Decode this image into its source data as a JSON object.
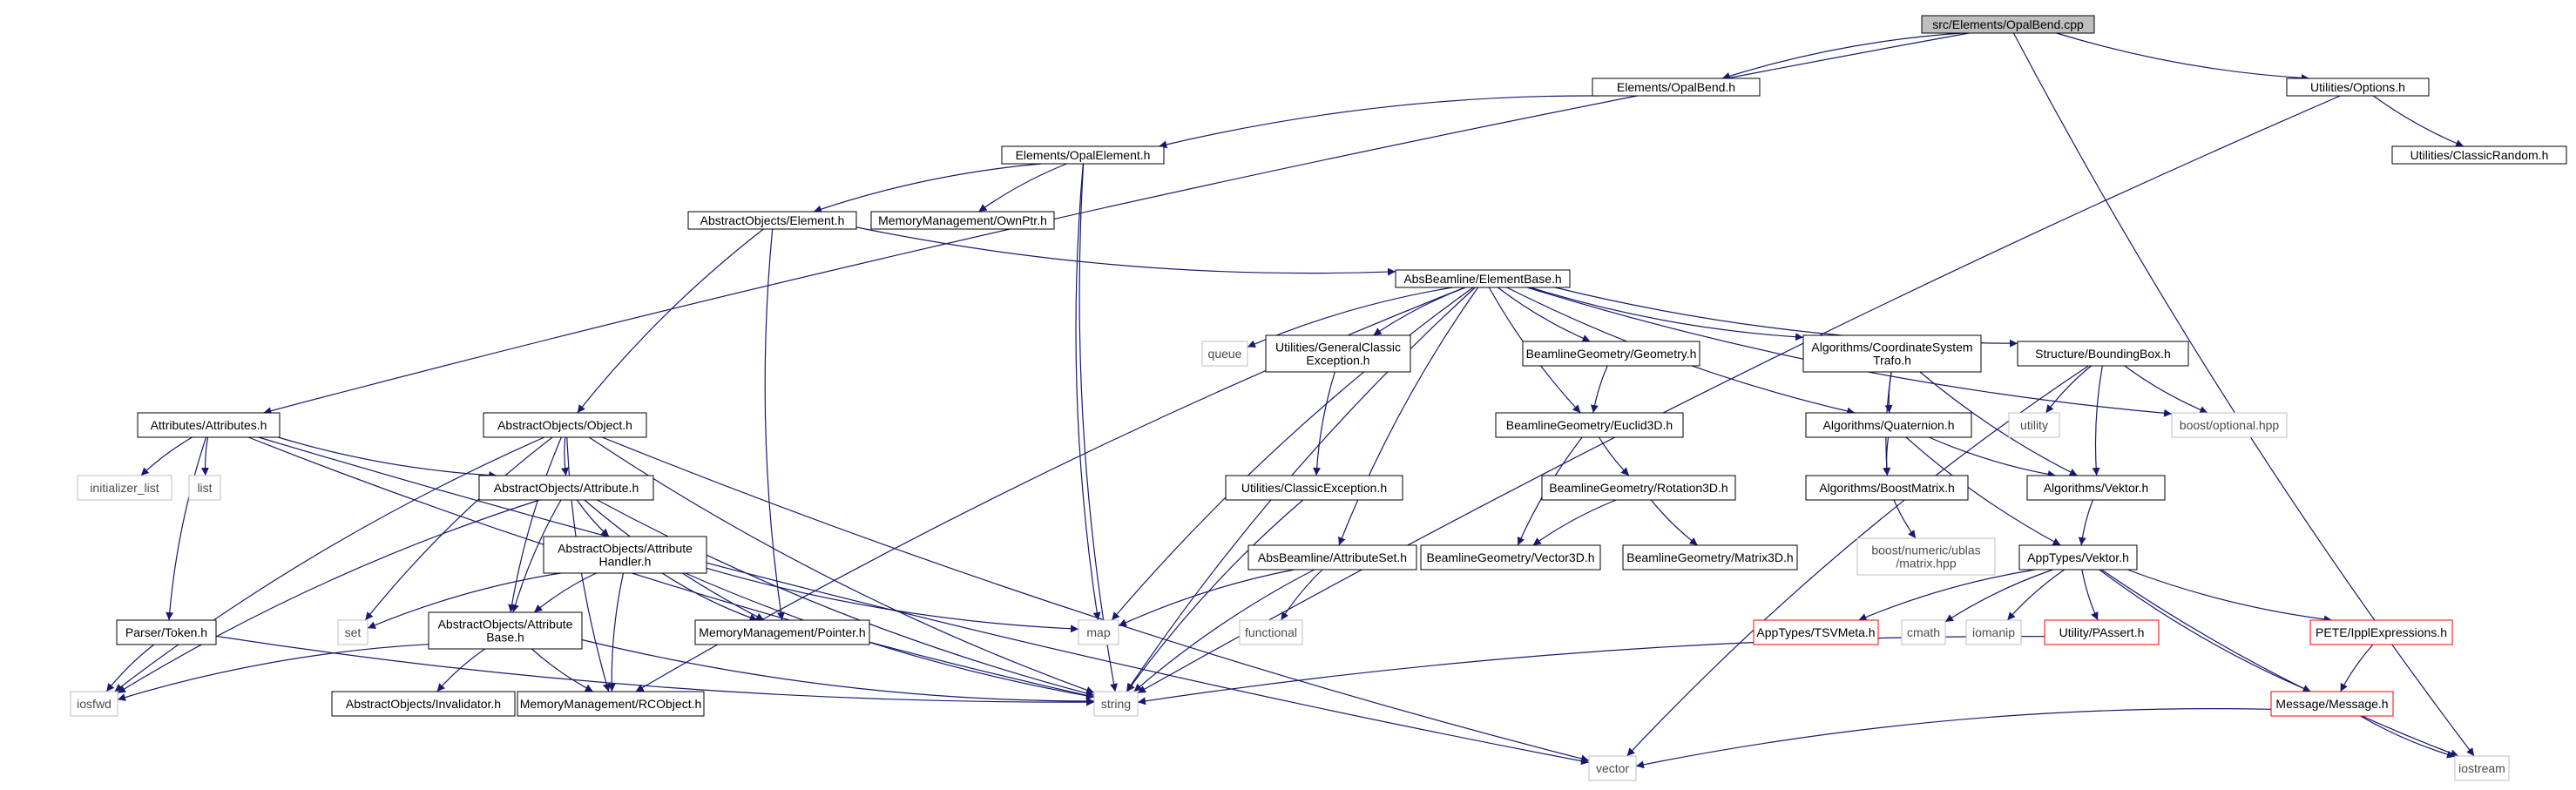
{
  "colors": {
    "edge": "#191970",
    "border_black": "#000000",
    "border_gray": "#bfbfbf",
    "border_red": "#ff0000",
    "root_fill": "#bfbfbf",
    "fill": "#ffffff"
  },
  "nodes": [
    {
      "id": "root",
      "lines": [
        "src/Elements/OpalBend.cpp"
      ],
      "style": "root"
    },
    {
      "id": "opalbend_h",
      "lines": [
        "Elements/OpalBend.h"
      ],
      "style": "black"
    },
    {
      "id": "options_h",
      "lines": [
        "Utilities/Options.h"
      ],
      "style": "black"
    },
    {
      "id": "classicrandom_h",
      "lines": [
        "Utilities/ClassicRandom.h"
      ],
      "style": "black"
    },
    {
      "id": "opalelement_h",
      "lines": [
        "Elements/OpalElement.h"
      ],
      "style": "black"
    },
    {
      "id": "element_h",
      "lines": [
        "AbstractObjects/Element.h"
      ],
      "style": "black"
    },
    {
      "id": "ownptr_h",
      "lines": [
        "MemoryManagement/OwnPtr.h"
      ],
      "style": "black"
    },
    {
      "id": "elementbase_h",
      "lines": [
        "AbsBeamline/ElementBase.h"
      ],
      "style": "black"
    },
    {
      "id": "queue",
      "lines": [
        "queue"
      ],
      "style": "gray"
    },
    {
      "id": "genclassicexc_h",
      "lines": [
        "Utilities/GeneralClassic",
        "Exception.h"
      ],
      "style": "black"
    },
    {
      "id": "geometry_h",
      "lines": [
        "BeamlineGeometry/Geometry.h"
      ],
      "style": "black"
    },
    {
      "id": "coordsys_h",
      "lines": [
        "Algorithms/CoordinateSystem",
        "Trafo.h"
      ],
      "style": "black"
    },
    {
      "id": "boundingbox_h",
      "lines": [
        "Structure/BoundingBox.h"
      ],
      "style": "black"
    },
    {
      "id": "utility",
      "lines": [
        "utility"
      ],
      "style": "gray"
    },
    {
      "id": "boostoptional",
      "lines": [
        "boost/optional.hpp"
      ],
      "style": "gray"
    },
    {
      "id": "attributes_h",
      "lines": [
        "Attributes/Attributes.h"
      ],
      "style": "black"
    },
    {
      "id": "object_h",
      "lines": [
        "AbstractObjects/Object.h"
      ],
      "style": "black"
    },
    {
      "id": "euclid3d_h",
      "lines": [
        "BeamlineGeometry/Euclid3D.h"
      ],
      "style": "black"
    },
    {
      "id": "quaternion_h",
      "lines": [
        "Algorithms/Quaternion.h"
      ],
      "style": "black"
    },
    {
      "id": "initlist",
      "lines": [
        "initializer_list"
      ],
      "style": "gray"
    },
    {
      "id": "list",
      "lines": [
        "list"
      ],
      "style": "gray"
    },
    {
      "id": "attribute_h",
      "lines": [
        "AbstractObjects/Attribute.h"
      ],
      "style": "black"
    },
    {
      "id": "classicexc_h",
      "lines": [
        "Utilities/ClassicException.h"
      ],
      "style": "black"
    },
    {
      "id": "rotation3d_h",
      "lines": [
        "BeamlineGeometry/Rotation3D.h"
      ],
      "style": "black"
    },
    {
      "id": "boostmatrix_h",
      "lines": [
        "Algorithms/BoostMatrix.h"
      ],
      "style": "black"
    },
    {
      "id": "algvektor_h",
      "lines": [
        "Algorithms/Vektor.h"
      ],
      "style": "black"
    },
    {
      "id": "ublas",
      "lines": [
        "boost/numeric/ublas",
        "/matrix.hpp"
      ],
      "style": "gray"
    },
    {
      "id": "attrhandler_h",
      "lines": [
        "AbstractObjects/Attribute",
        "Handler.h"
      ],
      "style": "black"
    },
    {
      "id": "attributeset_h",
      "lines": [
        "AbsBeamline/AttributeSet.h"
      ],
      "style": "black"
    },
    {
      "id": "vector3d_h",
      "lines": [
        "BeamlineGeometry/Vector3D.h"
      ],
      "style": "black"
    },
    {
      "id": "matrix3d_h",
      "lines": [
        "BeamlineGeometry/Matrix3D.h"
      ],
      "style": "black"
    },
    {
      "id": "apptvektor_h",
      "lines": [
        "AppTypes/Vektor.h"
      ],
      "style": "black"
    },
    {
      "id": "token_h",
      "lines": [
        "Parser/Token.h"
      ],
      "style": "black"
    },
    {
      "id": "set",
      "lines": [
        "set"
      ],
      "style": "gray"
    },
    {
      "id": "attrbase_h",
      "lines": [
        "AbstractObjects/Attribute",
        "Base.h"
      ],
      "style": "black"
    },
    {
      "id": "pointer_h",
      "lines": [
        "MemoryManagement/Pointer.h"
      ],
      "style": "black"
    },
    {
      "id": "map",
      "lines": [
        "map"
      ],
      "style": "gray"
    },
    {
      "id": "functional",
      "lines": [
        "functional"
      ],
      "style": "gray"
    },
    {
      "id": "tsvmeta_h",
      "lines": [
        "AppTypes/TSVMeta.h"
      ],
      "style": "red"
    },
    {
      "id": "cmath",
      "lines": [
        "cmath"
      ],
      "style": "gray"
    },
    {
      "id": "iomanip",
      "lines": [
        "iomanip"
      ],
      "style": "gray"
    },
    {
      "id": "passert_h",
      "lines": [
        "Utility/PAssert.h"
      ],
      "style": "red"
    },
    {
      "id": "ipplexpr_h",
      "lines": [
        "PETE/IpplExpressions.h"
      ],
      "style": "red"
    },
    {
      "id": "iosfwd",
      "lines": [
        "iosfwd"
      ],
      "style": "gray"
    },
    {
      "id": "invalidator_h",
      "lines": [
        "AbstractObjects/Invalidator.h"
      ],
      "style": "black"
    },
    {
      "id": "rcobject_h",
      "lines": [
        "MemoryManagement/RCObject.h"
      ],
      "style": "black"
    },
    {
      "id": "string",
      "lines": [
        "string"
      ],
      "style": "gray"
    },
    {
      "id": "message_h",
      "lines": [
        "Message/Message.h"
      ],
      "style": "red"
    },
    {
      "id": "vector",
      "lines": [
        "vector"
      ],
      "style": "gray"
    },
    {
      "id": "iostream",
      "lines": [
        "iostream"
      ],
      "style": "gray"
    }
  ],
  "edges": [
    [
      "root",
      "opalbend_h"
    ],
    [
      "root",
      "options_h"
    ],
    [
      "root",
      "attributes_h"
    ],
    [
      "root",
      "iostream"
    ],
    [
      "opalbend_h",
      "opalelement_h"
    ],
    [
      "options_h",
      "classicrandom_h"
    ],
    [
      "options_h",
      "string"
    ],
    [
      "opalelement_h",
      "element_h"
    ],
    [
      "opalelement_h",
      "ownptr_h"
    ],
    [
      "opalelement_h",
      "map"
    ],
    [
      "opalelement_h",
      "string"
    ],
    [
      "element_h",
      "elementbase_h"
    ],
    [
      "element_h",
      "object_h"
    ],
    [
      "element_h",
      "pointer_h"
    ],
    [
      "elementbase_h",
      "queue"
    ],
    [
      "elementbase_h",
      "genclassicexc_h"
    ],
    [
      "elementbase_h",
      "geometry_h"
    ],
    [
      "elementbase_h",
      "coordsys_h"
    ],
    [
      "elementbase_h",
      "boundingbox_h"
    ],
    [
      "elementbase_h",
      "boostoptional"
    ],
    [
      "elementbase_h",
      "euclid3d_h"
    ],
    [
      "elementbase_h",
      "quaternion_h"
    ],
    [
      "elementbase_h",
      "attributeset_h"
    ],
    [
      "elementbase_h",
      "map"
    ],
    [
      "elementbase_h",
      "string"
    ],
    [
      "elementbase_h",
      "rcobject_h"
    ],
    [
      "genclassicexc_h",
      "classicexc_h"
    ],
    [
      "classicexc_h",
      "string"
    ],
    [
      "geometry_h",
      "euclid3d_h"
    ],
    [
      "euclid3d_h",
      "rotation3d_h"
    ],
    [
      "euclid3d_h",
      "vector3d_h"
    ],
    [
      "rotation3d_h",
      "vector3d_h"
    ],
    [
      "rotation3d_h",
      "matrix3d_h"
    ],
    [
      "coordsys_h",
      "quaternion_h"
    ],
    [
      "coordsys_h",
      "boostmatrix_h"
    ],
    [
      "coordsys_h",
      "algvektor_h"
    ],
    [
      "quaternion_h",
      "boostmatrix_h"
    ],
    [
      "quaternion_h",
      "algvektor_h"
    ],
    [
      "quaternion_h",
      "apptvektor_h"
    ],
    [
      "boostmatrix_h",
      "ublas"
    ],
    [
      "algvektor_h",
      "apptvektor_h"
    ],
    [
      "boundingbox_h",
      "utility"
    ],
    [
      "boundingbox_h",
      "boostoptional"
    ],
    [
      "boundingbox_h",
      "algvektor_h"
    ],
    [
      "boundingbox_h",
      "vector"
    ],
    [
      "apptvektor_h",
      "tsvmeta_h"
    ],
    [
      "apptvektor_h",
      "cmath"
    ],
    [
      "apptvektor_h",
      "iomanip"
    ],
    [
      "apptvektor_h",
      "passert_h"
    ],
    [
      "apptvektor_h",
      "ipplexpr_h"
    ],
    [
      "apptvektor_h",
      "message_h"
    ],
    [
      "apptvektor_h",
      "iostream"
    ],
    [
      "passert_h",
      "string"
    ],
    [
      "ipplexpr_h",
      "message_h"
    ],
    [
      "message_h",
      "iostream"
    ],
    [
      "message_h",
      "vector"
    ],
    [
      "attributes_h",
      "initlist"
    ],
    [
      "attributes_h",
      "list"
    ],
    [
      "attributes_h",
      "attribute_h"
    ],
    [
      "attributes_h",
      "token_h"
    ],
    [
      "attributes_h",
      "string"
    ],
    [
      "attributes_h",
      "vector"
    ],
    [
      "object_h",
      "attribute_h"
    ],
    [
      "object_h",
      "attrbase_h"
    ],
    [
      "object_h",
      "set"
    ],
    [
      "object_h",
      "iosfwd"
    ],
    [
      "object_h",
      "rcobject_h"
    ],
    [
      "object_h",
      "string"
    ],
    [
      "object_h",
      "vector"
    ],
    [
      "attribute_h",
      "attrhandler_h"
    ],
    [
      "attribute_h",
      "attrbase_h"
    ],
    [
      "attribute_h",
      "pointer_h"
    ],
    [
      "attribute_h",
      "iosfwd"
    ],
    [
      "attribute_h",
      "string"
    ],
    [
      "attrhandler_h",
      "attrbase_h"
    ],
    [
      "attrhandler_h",
      "pointer_h"
    ],
    [
      "attrhandler_h",
      "rcobject_h"
    ],
    [
      "attrhandler_h",
      "set"
    ],
    [
      "attrhandler_h",
      "map"
    ],
    [
      "attrhandler_h",
      "string"
    ],
    [
      "attrbase_h",
      "invalidator_h"
    ],
    [
      "attrbase_h",
      "rcobject_h"
    ],
    [
      "attrbase_h",
      "iosfwd"
    ],
    [
      "attrbase_h",
      "string"
    ],
    [
      "token_h",
      "iosfwd"
    ],
    [
      "token_h",
      "string"
    ],
    [
      "attributeset_h",
      "map"
    ],
    [
      "attributeset_h",
      "functional"
    ],
    [
      "attributeset_h",
      "string"
    ]
  ]
}
